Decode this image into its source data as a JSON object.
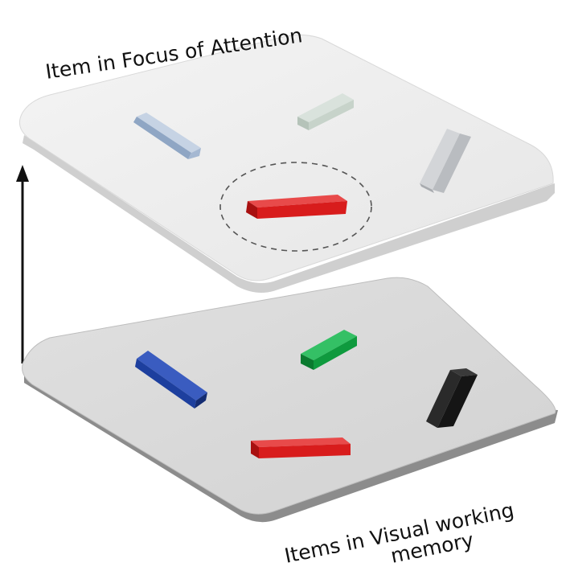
{
  "labels": {
    "top": "Item in Focus of Attention",
    "bottom_line1": "Items in Visual working",
    "bottom_line2": "memory"
  },
  "colors": {
    "top_plate": "#ececec",
    "bottom_plate": "#d6d6d6",
    "blue": "#1d3f9e",
    "green": "#0f9a3e",
    "black": "#151515",
    "red": "#d81c1c",
    "pale_blue": "#a8bcd6",
    "pale_green": "#c9d4cc",
    "pale_gray": "#bfc2c6"
  }
}
